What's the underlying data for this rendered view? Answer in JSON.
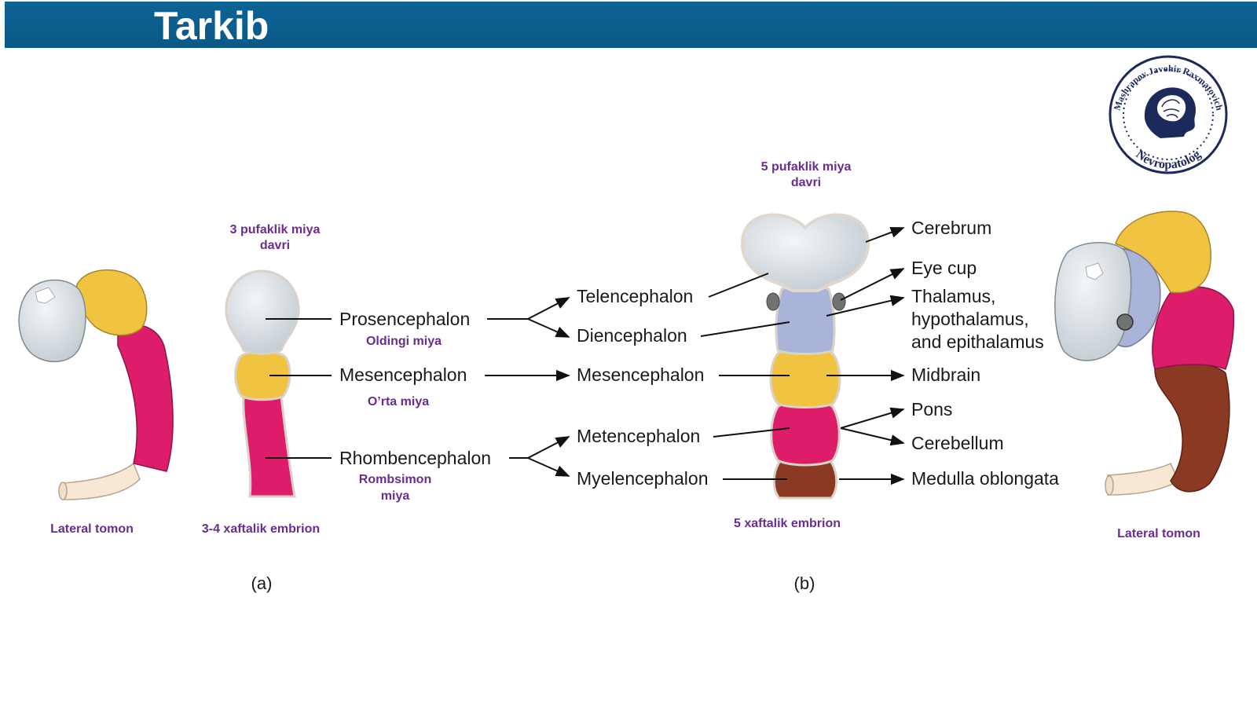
{
  "header": {
    "title": "Tarkib",
    "bg_color": "#0b5f8f"
  },
  "colors": {
    "prosencephalon": "#d6dde2",
    "mesencephalon": "#f0c340",
    "rhombencephalon": "#dd1d6a",
    "diencephalon": "#aab3d8",
    "myelencephalon": "#8a3a22",
    "spinal_cord": "#f7e7d3",
    "caption": "#6a2c91"
  },
  "panel_a": {
    "caption_top_line1": "3 pufaklik miya",
    "caption_top_line2": "davri",
    "structures": [
      {
        "name": "Prosencephalon",
        "uz": "Oldingi miya"
      },
      {
        "name": "Mesencephalon",
        "uz": "O’rta miya"
      },
      {
        "name": "Rhombencephalon",
        "uz_line1": "Rombsimon",
        "uz_line2": "miya"
      }
    ],
    "embryo_caption": "3-4 xaftalik embrion",
    "lateral_caption": "Lateral tomon",
    "letter": "(a)"
  },
  "secondary_vesicles": [
    "Telencephalon",
    "Diencephalon",
    "Mesencephalon",
    "Metencephalon",
    "Myelencephalon"
  ],
  "panel_b": {
    "caption_top_line1": "5 pufaklik miya",
    "caption_top_line2": "davri",
    "adult_structures": [
      "Cerebrum",
      "Eye cup",
      "Thalamus,",
      "hypothalamus,",
      "and epithalamus",
      "Midbrain",
      "Pons",
      "Cerebellum",
      "Medulla oblongata"
    ],
    "embryo_caption": "5 xaftalik embrion",
    "lateral_caption": "Lateral tomon",
    "letter": "(b)"
  },
  "stamp": {
    "text_top": "Mashrapov Javohir Raxmatovich",
    "text_bottom": "Nevropatolog"
  }
}
